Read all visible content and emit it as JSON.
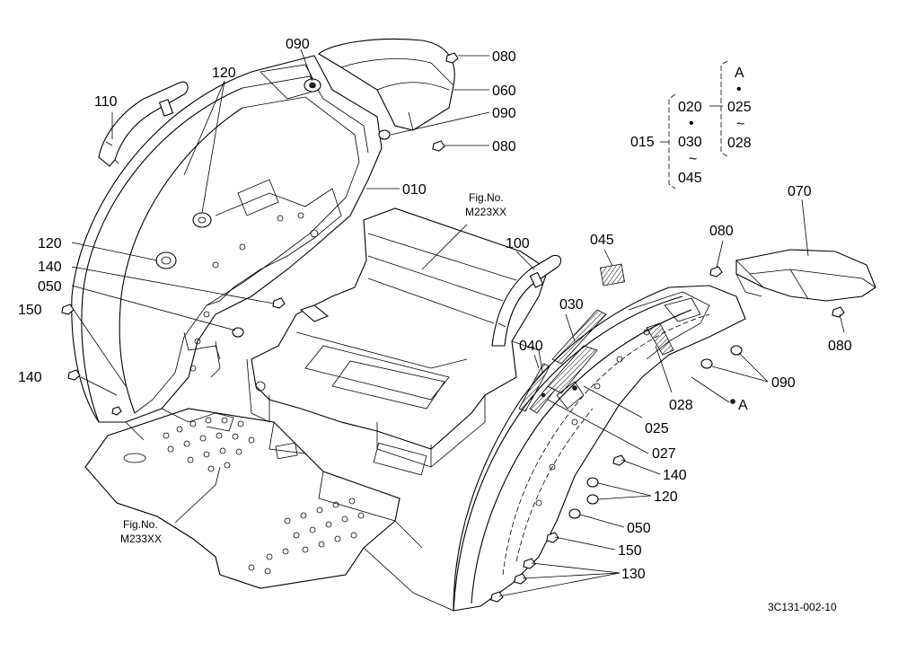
{
  "labels": {
    "p010": "010",
    "p015": "015",
    "p020": "020",
    "p025": "025",
    "p025b": "025",
    "p027": "027",
    "p028": "028",
    "p028b": "028",
    "p030": "030",
    "p030b": "030",
    "p040": "040",
    "p045": "045",
    "p045b": "045",
    "p050": "050",
    "p050b": "050",
    "p060": "060",
    "p070": "070",
    "p080a": "080",
    "p080b": "080",
    "p080c": "080",
    "p080d": "080",
    "p090a": "090",
    "p090b": "090",
    "p090c": "090",
    "p100": "100",
    "p110": "110",
    "p120a": "120",
    "p120b": "120",
    "p120c": "120",
    "p130": "130",
    "p140a": "140",
    "p140b": "140",
    "p140c": "140",
    "p150a": "150",
    "p150b": "150",
    "refA": "A",
    "refA2": "A"
  },
  "references": {
    "figno_label_1": "Fig.No.",
    "figno_value_1": "M223XX",
    "figno_label_2": "Fig.No.",
    "figno_value_2": "M233XX"
  },
  "legend": {
    "dot": "•",
    "tilde": "~"
  },
  "footer": {
    "diagram_code": "3C131-002-10"
  }
}
